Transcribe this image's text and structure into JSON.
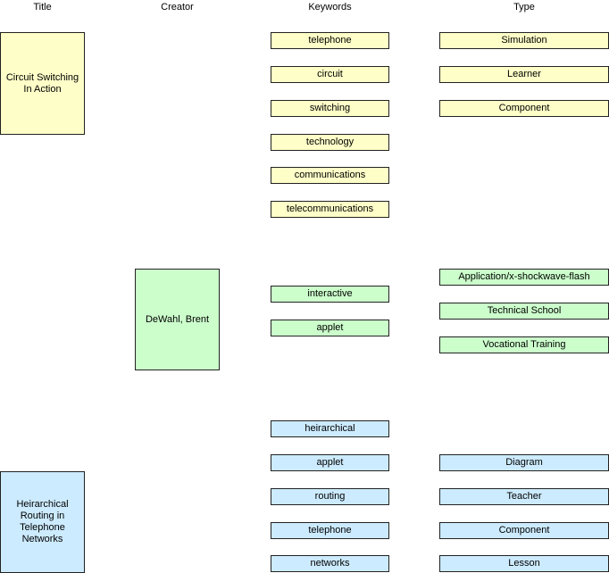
{
  "headers": {
    "title": "Title",
    "creator": "Creator",
    "keywords": "Keywords",
    "type": "Type"
  },
  "group1": {
    "title": "Circuit Switching In Action",
    "keywords": [
      "telephone",
      "circuit",
      "switching",
      "technology",
      "communications",
      "telecommunications"
    ],
    "types": [
      "Simulation",
      "Learner",
      "Component"
    ]
  },
  "group2": {
    "creator": "DeWahl, Brent",
    "keywords": [
      "interactive",
      "applet"
    ],
    "types": [
      "Application/x-shockwave-flash",
      "Technical School",
      "Vocational Training"
    ]
  },
  "group3": {
    "title": "Heirarchical Routing in Telephone Networks",
    "keywords": [
      "heirarchical",
      "applet",
      "routing",
      "telephone",
      "networks"
    ],
    "types": [
      "Diagram",
      "Teacher",
      "Component",
      "Lesson"
    ]
  },
  "colors": {
    "yellow": "#fefec8",
    "green": "#ccfecc",
    "blue": "#ccebfe",
    "border": "#222222"
  }
}
